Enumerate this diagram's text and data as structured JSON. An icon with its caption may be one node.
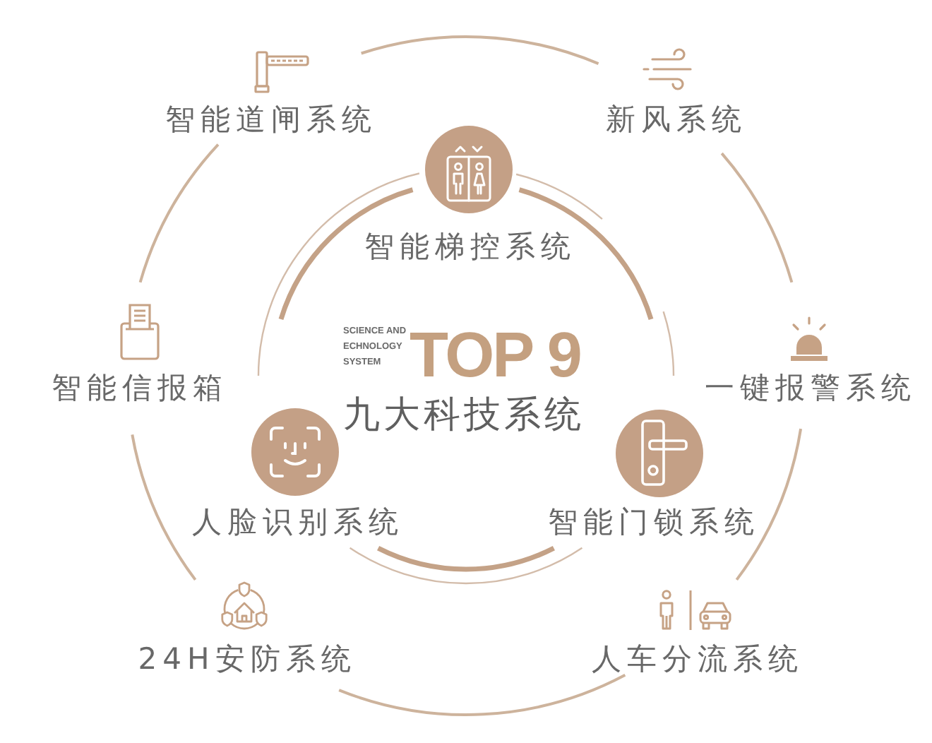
{
  "diagram": {
    "labels": [
      "智能道闸系统",
      "新风系统",
      "智能梯控系统",
      "SCIENCE AND ECHNOLOGY SYSTEM",
      "TOP 9",
      "智能信报箱",
      "九大科技系统",
      "一键报警系统",
      "人脸识别系统",
      "智能门锁系统",
      "24H安防系统",
      "人车分流系统"
    ]
  }
}
